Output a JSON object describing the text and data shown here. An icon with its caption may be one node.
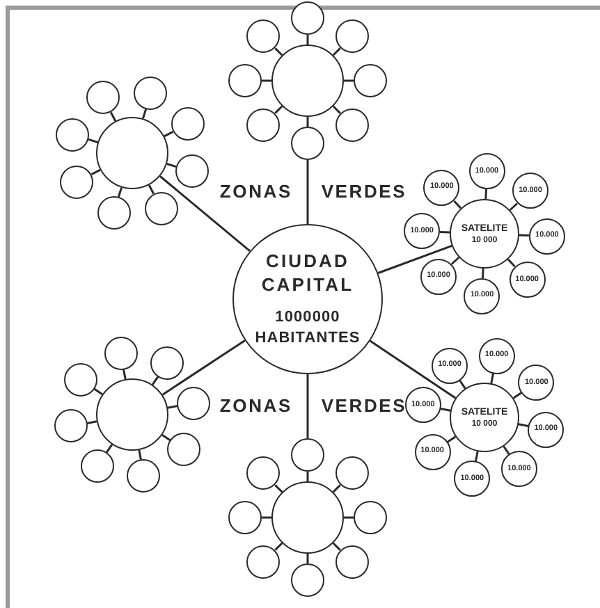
{
  "diagram": {
    "nodes": [
      {
        "text": [
          "CIUDAD CAPITAL",
          "1000000 HABITANTES"
        ]
      },
      {
        "text": [],
        "shape": "circle"
      },
      {
        "text": [],
        "shape": "circle"
      },
      {
        "text": [],
        "shape": "circle"
      },
      {
        "text": [],
        "shape": "circle"
      },
      {
        "text": [],
        "shape": "circle"
      },
      {
        "text": [],
        "shape": "circle"
      },
      {
        "text": [],
        "shape": "circle"
      },
      {
        "text": [],
        "shape": "circle"
      },
      {
        "text": [],
        "shape": "circle"
      },
      {
        "text": [],
        "shape": "circle"
      },
      {
        "text": [],
        "shape": "circle"
      },
      {
        "text": [],
        "shape": "circle"
      },
      {
        "text": [],
        "shape": "circle"
      },
      {
        "text": [],
        "shape": "circle"
      },
      {
        "text": [],
        "shape": "circle"
      },
      {
        "text": [],
        "shape": "circle"
      },
      {
        "text": [],
        "shape": "circle"
      },
      {
        "text": [],
        "shape": "circle"
      },
      {
        "text": [
          "SATELITE",
          "10 000"
        ]
      },
      {
        "text": [
          "10.000"
        ]
      },
      {
        "text": [
          "10.000"
        ]
      },
      {
        "text": [
          "10.000"
        ]
      },
      {
        "text": [
          "10.000"
        ]
      },
      {
        "text": [
          "10.000"
        ]
      },
      {
        "text": [
          "10.000"
        ]
      },
      {
        "text": [
          "10.000"
        ]
      },
      {
        "text": [
          "10.000"
        ]
      },
      {
        "text": [],
        "shape": "circle"
      },
      {
        "text": [],
        "shape": "circle"
      },
      {
        "text": [],
        "shape": "circle"
      },
      {
        "text": [],
        "shape": "circle"
      },
      {
        "text": [],
        "shape": "circle"
      },
      {
        "text": [],
        "shape": "circle"
      },
      {
        "text": [],
        "shape": "circle"
      },
      {
        "text": [],
        "shape": "circle"
      },
      {
        "text": [],
        "shape": "circle"
      },
      {
        "text": [
          "SATELITE",
          "10 000"
        ]
      },
      {
        "text": [
          "10.000"
        ]
      },
      {
        "text": [
          "10.000"
        ]
      },
      {
        "text": [
          "10.000"
        ]
      },
      {
        "text": [
          "10.000"
        ]
      },
      {
        "text": [
          "10.000"
        ]
      },
      {
        "text": [
          "10.000"
        ]
      },
      {
        "text": [
          "10.000"
        ]
      },
      {
        "text": [
          "10.000"
        ]
      },
      {
        "text": [],
        "shape": "circle"
      },
      {
        "text": [],
        "shape": "circle"
      },
      {
        "text": [],
        "shape": "circle"
      },
      {
        "text": [],
        "shape": "circle"
      },
      {
        "text": [],
        "shape": "circle"
      },
      {
        "text": [],
        "shape": "circle"
      },
      {
        "text": [],
        "shape": "circle"
      },
      {
        "text": [],
        "shape": "circle"
      },
      {
        "text": [],
        "shape": "circle"
      }
    ],
    "edges": [
      {
        "from": 1,
        "to": 2,
        "arrow": "none"
      },
      {
        "from": 1,
        "to": 3,
        "arrow": "none"
      },
      {
        "from": 1,
        "to": 4,
        "arrow": "none"
      },
      {
        "from": 1,
        "to": 5,
        "arrow": "none"
      },
      {
        "from": 1,
        "to": 6,
        "arrow": "none"
      },
      {
        "from": 1,
        "to": 7,
        "arrow": "none"
      },
      {
        "from": 1,
        "to": 8,
        "arrow": "none"
      },
      {
        "from": 1,
        "to": 9,
        "arrow": "none"
      },
      {
        "from": 10,
        "to": 11,
        "arrow": "none"
      },
      {
        "from": 10,
        "to": 12,
        "arrow": "none"
      },
      {
        "from": 10,
        "to": 13,
        "arrow": "none"
      },
      {
        "from": 10,
        "to": 14,
        "arrow": "none"
      },
      {
        "from": 10,
        "to": 15,
        "arrow": "none"
      },
      {
        "from": 10,
        "to": 16,
        "arrow": "none"
      },
      {
        "from": 10,
        "to": 17,
        "arrow": "none"
      },
      {
        "from": 10,
        "to": 18,
        "arrow": "none"
      },
      {
        "from": 19,
        "to": 20,
        "arrow": "none"
      },
      {
        "from": 19,
        "to": 21,
        "arrow": "none"
      },
      {
        "from": 19,
        "to": 22,
        "arrow": "none"
      },
      {
        "from": 19,
        "to": 23,
        "arrow": "none"
      },
      {
        "from": 19,
        "to": 24,
        "arrow": "none"
      },
      {
        "from": 19,
        "to": 25,
        "arrow": "none"
      },
      {
        "from": 19,
        "to": 26,
        "arrow": "none"
      },
      {
        "from": 19,
        "to": 27,
        "arrow": "none"
      },
      {
        "from": 28,
        "to": 29,
        "arrow": "none"
      },
      {
        "from": 28,
        "to": 30,
        "arrow": "none"
      },
      {
        "from": 28,
        "to": 31,
        "arrow": "none"
      },
      {
        "from": 28,
        "to": 32,
        "arrow": "none"
      },
      {
        "from": 28,
        "to": 33,
        "arrow": "none"
      },
      {
        "from": 28,
        "to": 34,
        "arrow": "none"
      },
      {
        "from": 28,
        "to": 35,
        "arrow": "none"
      },
      {
        "from": 28,
        "to": 36,
        "arrow": "none"
      },
      {
        "from": 37,
        "to": 38,
        "arrow": "none"
      },
      {
        "from": 37,
        "to": 39,
        "arrow": "none"
      },
      {
        "from": 37,
        "to": 40,
        "arrow": "none"
      },
      {
        "from": 37,
        "to": 41,
        "arrow": "none"
      },
      {
        "from": 37,
        "to": 42,
        "arrow": "none"
      },
      {
        "from": 37,
        "to": 43,
        "arrow": "none"
      },
      {
        "from": 37,
        "to": 44,
        "arrow": "none"
      },
      {
        "from": 37,
        "to": 45,
        "arrow": "none"
      },
      {
        "from": 46,
        "to": 47,
        "arrow": "none"
      },
      {
        "from": 46,
        "to": 48,
        "arrow": "none"
      },
      {
        "from": 46,
        "to": 49,
        "arrow": "none"
      },
      {
        "from": 46,
        "to": 50,
        "arrow": "none"
      },
      {
        "from": 46,
        "to": 51,
        "arrow": "none"
      },
      {
        "from": 46,
        "to": 52,
        "arrow": "none"
      },
      {
        "from": 46,
        "to": 53,
        "arrow": "none"
      },
      {
        "from": 46,
        "to": 54,
        "arrow": "none"
      },
      {
        "from": 0,
        "to": 6,
        "arrow": "none"
      },
      {
        "from": 0,
        "to": 10,
        "arrow": "none"
      },
      {
        "from": 0,
        "to": 19,
        "arrow": "none"
      },
      {
        "from": 0,
        "to": 28,
        "arrow": "none"
      },
      {
        "from": 0,
        "to": 37,
        "arrow": "none"
      },
      {
        "from": 0,
        "to": 47,
        "arrow": "none"
      }
    ],
    "labels": [
      "ZONAS VERDES",
      "ZONAS VERDES"
    ]
  }
}
